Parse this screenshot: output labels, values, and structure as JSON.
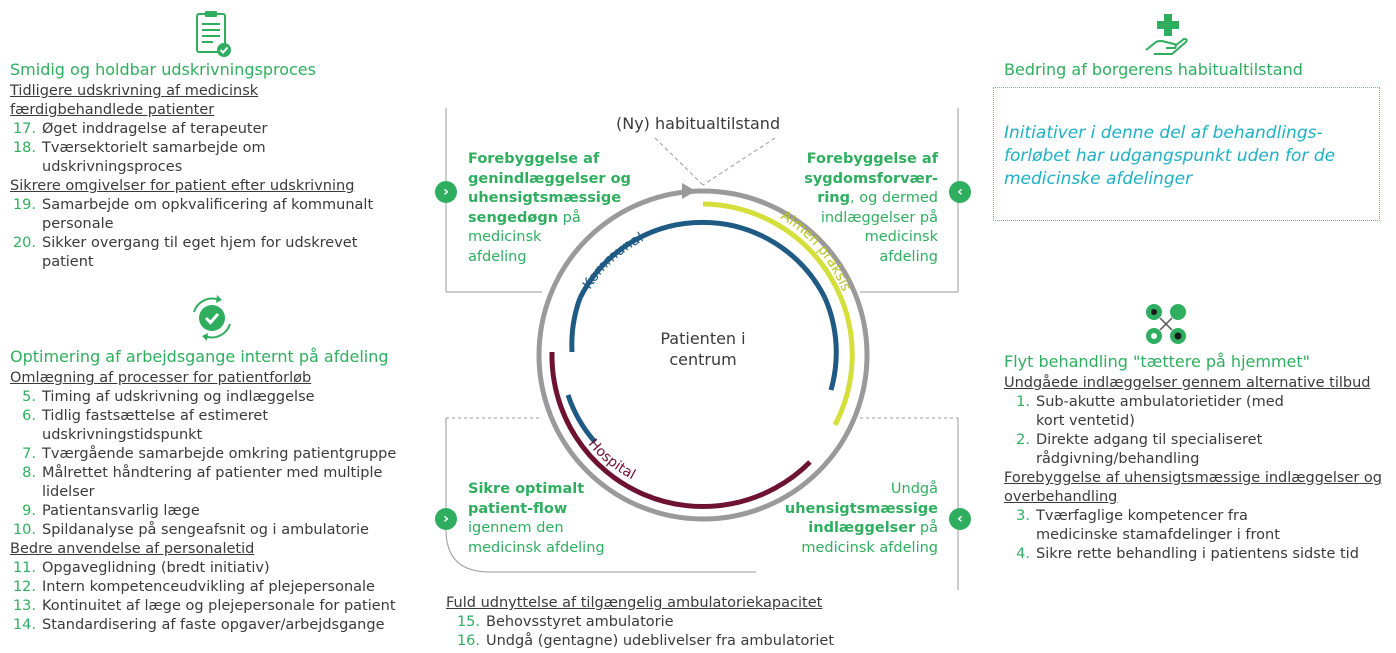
{
  "left_top": {
    "title": "Smidig og holdbar udskrivningsproces",
    "groups": [
      {
        "heading_lines": [
          "Tidligere udskrivning af medicinsk",
          "færdigbehandlede patienter"
        ],
        "items": [
          {
            "num": "17.",
            "text": "Øget inddragelse af terapeuter"
          },
          {
            "num": "18.",
            "text": "Tværsektorielt samarbejde om udskrivningsproces"
          }
        ]
      },
      {
        "heading_lines": [
          "Sikrere omgivelser for patient efter udskrivning"
        ],
        "items": [
          {
            "num": "19.",
            "text": "Samarbejde om opkvalificering af kommunalt personale"
          },
          {
            "num": "20.",
            "text": "Sikker overgang til eget hjem for udskrevet patient"
          }
        ]
      }
    ]
  },
  "left_bottom": {
    "title": "Optimering af arbejdsgange internt på afdeling",
    "groups": [
      {
        "heading": "Omlægning af processer for patientforløb",
        "items": [
          {
            "num": "5.",
            "text": "Timing af udskrivning og indlæggelse"
          },
          {
            "num": "6.",
            "text": "Tidlig fastsættelse af estimeret udskrivningstidspunkt"
          },
          {
            "num": "7.",
            "text": "Tværgående samarbejde omkring patientgruppe"
          },
          {
            "num": "8.",
            "text": "Målrettet håndtering af patienter med multiple lidelser"
          },
          {
            "num": "9.",
            "text": "Patientansvarlig læge"
          },
          {
            "num": "10.",
            "text": "Spildanalyse på sengeafsnit og i ambulatorie"
          }
        ]
      },
      {
        "heading": "Bedre anvendelse af personaletid",
        "items": [
          {
            "num": "11.",
            "text": "Opgaveglidning (bredt initiativ)"
          },
          {
            "num": "12.",
            "text": "Intern kompetenceudvikling af plejepersonale"
          },
          {
            "num": "13.",
            "text": "Kontinuitet af læge og plejepersonale for patient"
          },
          {
            "num": "14.",
            "text": "Standardisering af faste opgaver/arbejdsgange"
          }
        ]
      }
    ]
  },
  "right_top": {
    "title": "Bedring af borgerens habitualtilstand",
    "box_text": "Initiativer i denne del af behandlings-forløbet har udgangspunkt uden for de medicinske afdelinger"
  },
  "right_bottom": {
    "title": "Flyt behandling \"tættere på hjemmet\"",
    "groups": [
      {
        "heading_lines": [
          "Undgåede indlæggelser gennem alternative tilbud"
        ],
        "items": [
          {
            "num": "1.",
            "text": "Sub-akutte ambulatorietider (med kort ventetid)"
          },
          {
            "num": "2.",
            "text": "Direkte adgang til specialiseret rådgivning/behandling"
          }
        ]
      },
      {
        "heading_lines": [
          "Forebyggelse af uhensigtsmæssige indlæggelser og",
          "overbehandling"
        ],
        "items": [
          {
            "num": "3.",
            "text": "Tværfaglige kompetencer fra medicinske stamafdelinger i front"
          },
          {
            "num": "4.",
            "text": "Sikre rette behandling i patientens sidste tid"
          }
        ]
      }
    ]
  },
  "center": {
    "top_label": "(Ny) habitualtilstand",
    "circle_line1": "Patienten i",
    "circle_line2": "centrum",
    "ring_kommunal": "Kommunal",
    "ring_almen": "Almen praksis",
    "ring_hospital": "Hospital",
    "q_tl": {
      "b1": "Forebyggelse af",
      "b2": "genindlæggelser og",
      "b3": "uhensigtsmæssige",
      "b4": "sengedøgn",
      "t4": " på",
      "t5": "medicinsk",
      "t6": "afdeling"
    },
    "q_tr": {
      "b1": "Forebyggelse af",
      "b2": "sygdomsforvær-",
      "b3": "ring",
      "t3": ", og dermed",
      "t4": "indlæggelser på",
      "t5": "medicinsk",
      "t6": "afdeling"
    },
    "q_bl": {
      "b1": "Sikre optimalt",
      "b2": "patient-flow",
      "t3": "igennem den",
      "t4": "medicinsk afdeling"
    },
    "q_br": {
      "t1": "Undgå",
      "b2": "uhensigtsmæssige",
      "b3": "indlæggelser",
      "t3": " på",
      "t4": "medicinsk afdeling"
    },
    "bottom_heading": "Fuld udnyttelse af tilgængelig ambulatoriekapacitet",
    "bottom_items": [
      {
        "num": "15.",
        "text": "Behovsstyret ambulatorie"
      },
      {
        "num": "16.",
        "text": "Undgå (gentagne) udeblivelser fra ambulatoriet"
      }
    ]
  },
  "colors": {
    "green": "#2fae5f",
    "teal": "#1fb0c4",
    "kommunal": "#1e5a84",
    "almen": "#d4df3c",
    "hospital": "#6e1231",
    "grey_ring": "#9a9a9a"
  }
}
